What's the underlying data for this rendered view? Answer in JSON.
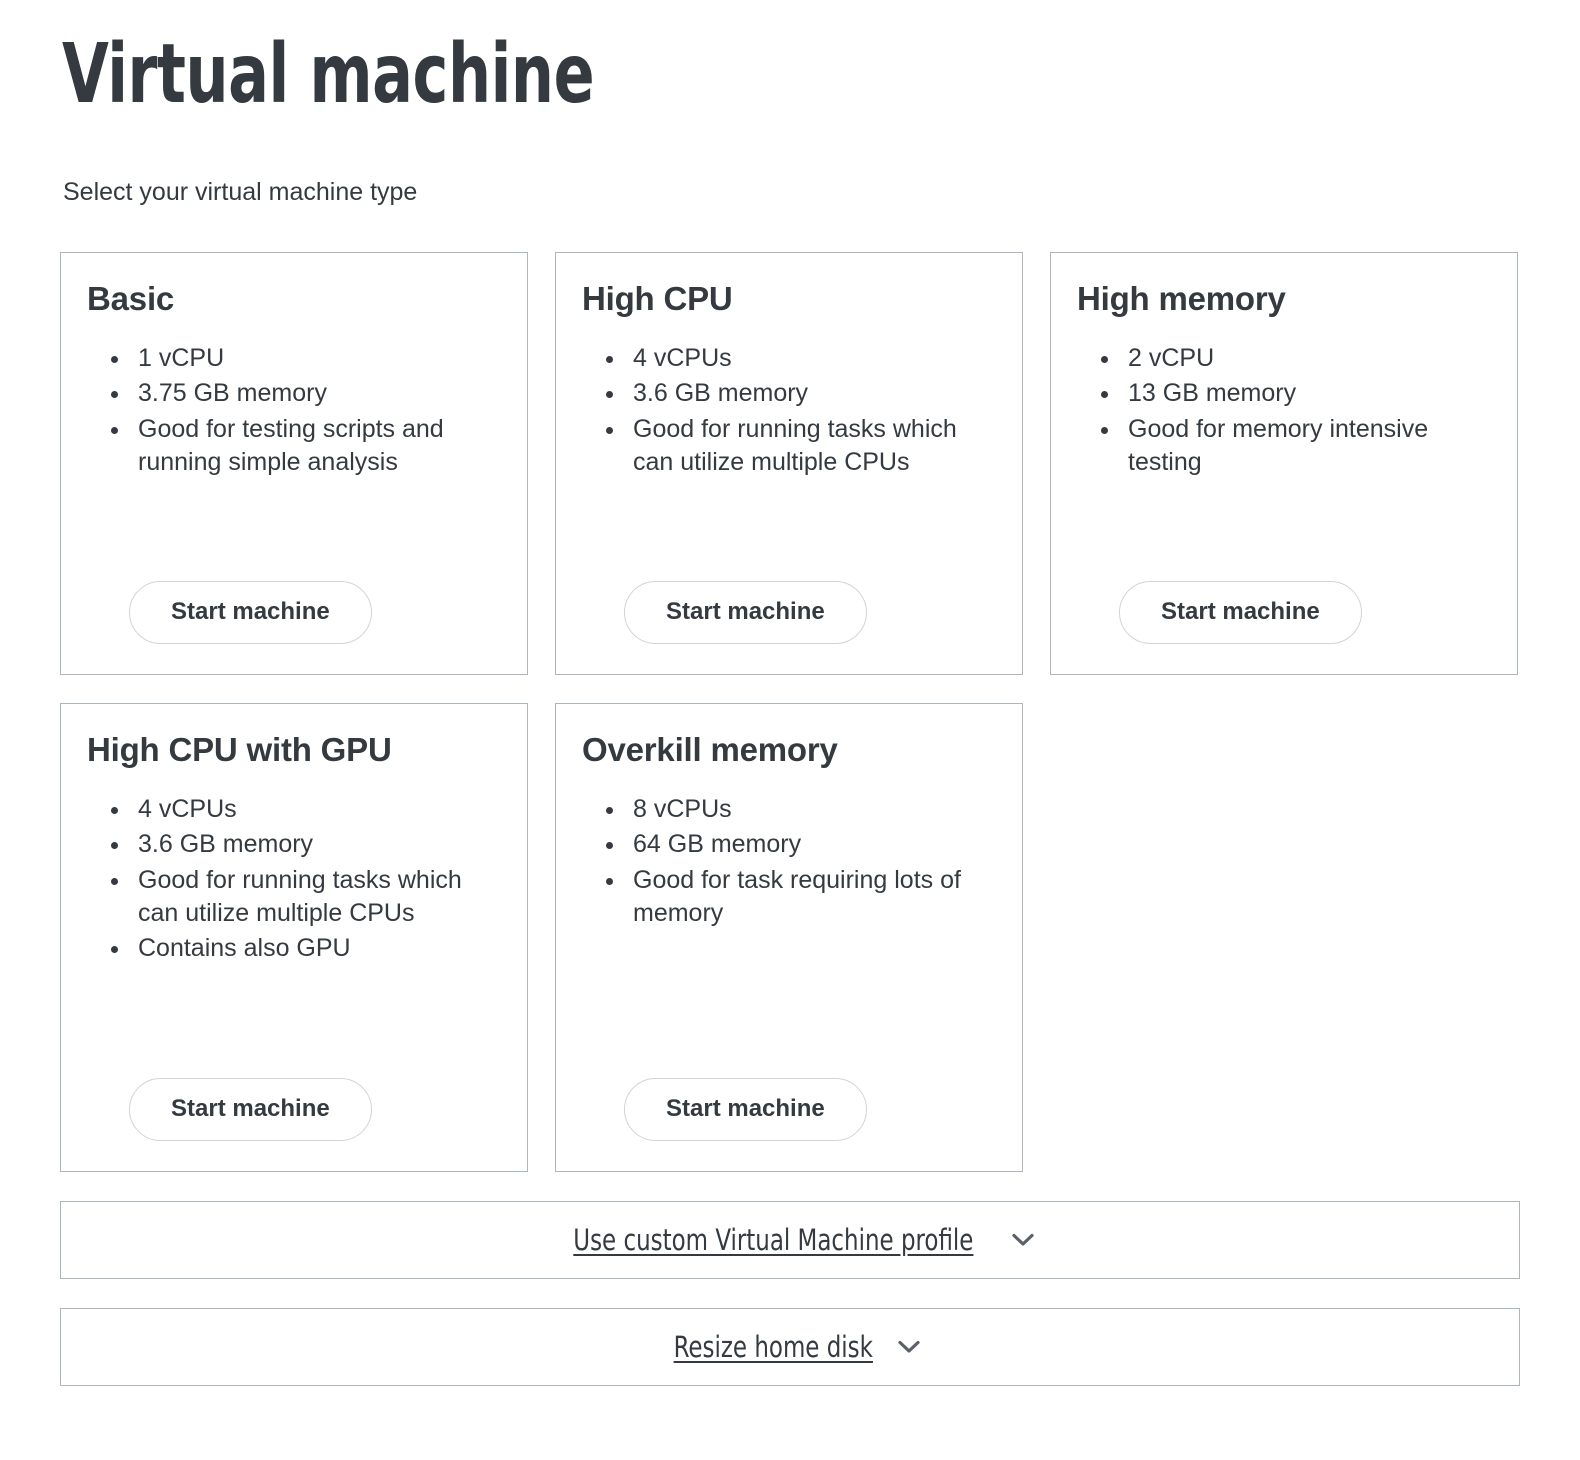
{
  "page": {
    "title": "Virtual machine",
    "subtitle": "Select your virtual machine type"
  },
  "colors": {
    "text": "#343a40",
    "card_border": "#adb5bd",
    "button_border": "#ced4da",
    "background": "#ffffff"
  },
  "cards": [
    {
      "title": "Basic",
      "specs": [
        "1 vCPU",
        "3.75 GB memory",
        "Good for testing scripts and running simple analysis"
      ],
      "button_label": "Start machine"
    },
    {
      "title": "High CPU",
      "specs": [
        "4 vCPUs",
        "3.6 GB memory",
        "Good for running tasks which can utilize multiple CPUs"
      ],
      "button_label": "Start machine"
    },
    {
      "title": "High memory",
      "specs": [
        "2 vCPU",
        "13 GB memory",
        "Good for memory intensive testing"
      ],
      "button_label": "Start machine"
    },
    {
      "title": "High CPU with GPU",
      "specs": [
        "4 vCPUs",
        "3.6 GB memory",
        "Good for running tasks which can utilize multiple CPUs",
        "Contains also GPU"
      ],
      "button_label": "Start machine"
    },
    {
      "title": "Overkill memory",
      "specs": [
        "8 vCPUs",
        "64 GB memory",
        "Good for task requiring lots of memory"
      ],
      "button_label": "Start machine"
    }
  ],
  "accordions": [
    {
      "label": "Use custom Virtual Machine profile",
      "icon": "chevron-down-icon"
    },
    {
      "label": "Resize home disk",
      "icon": "chevron-down-icon"
    }
  ]
}
